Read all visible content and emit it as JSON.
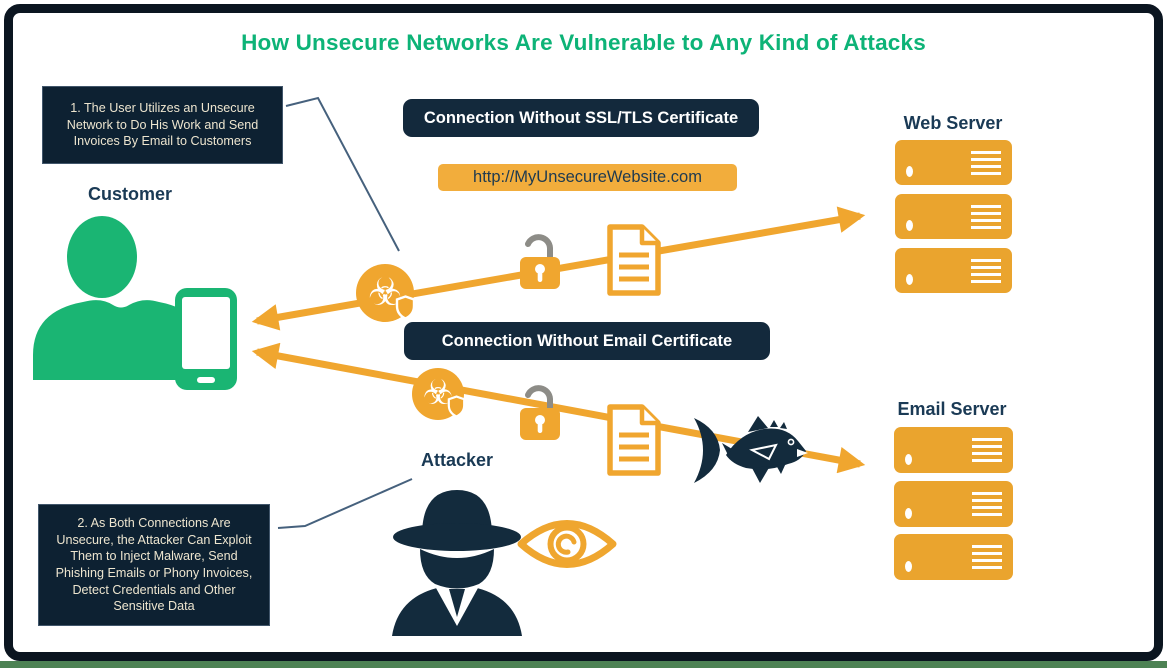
{
  "title": "How Unsecure Networks Are Vulnerable to Any Kind of Attacks",
  "notes": {
    "note1": "1. The User Utilizes an Unsecure Network to Do His Work and Send Invoices By Email to Customers",
    "note2": "2. As Both Connections Are Unsecure, the Attacker Can Exploit Them to Inject Malware, Send Phishing Emails or Phony Invoices, Detect Credentials and Other Sensitive Data"
  },
  "banners": {
    "ssl": "Connection Without SSL/TLS Certificate",
    "email": "Connection Without Email Certificate"
  },
  "url_bar": {
    "text": "http://MyUnsecureWebsite.com"
  },
  "labels": {
    "customer": "Customer",
    "attacker": "Attacker",
    "web_server": "Web Server",
    "email_server": "Email Server"
  },
  "icons": {
    "biohazard_glyph": "☣",
    "biohazard": "malware-biohazard-icon",
    "padlock": "open-padlock-icon",
    "document": "invoice-document-icon",
    "fish": "phishing-fish-icon",
    "spy": "attacker-spy-icon",
    "eye": "surveillance-eye-icon",
    "servers": "server-stack-icon",
    "person": "customer-person-icon",
    "phone": "smartphone-icon"
  },
  "colors": {
    "title_green": "#0DB377",
    "person_green": "#1AB573",
    "orange": "#F0A62F",
    "server_orange": "#EAA42E",
    "navy_box": "#0D2132",
    "navy_banner": "#13293C",
    "label_navy": "#1A3A55",
    "frame": "#0B1520",
    "bottom_green": "#4D8254"
  }
}
